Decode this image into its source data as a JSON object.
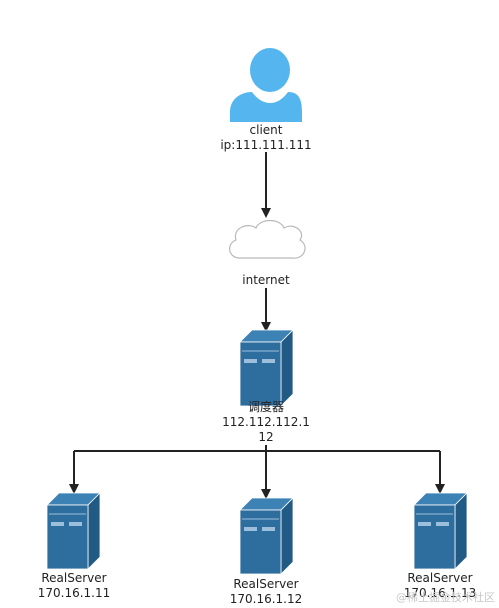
{
  "colors": {
    "person": "#55b6ef",
    "server_front": "#2e6e9e",
    "server_side": "#205a85",
    "server_top": "#3d82b5",
    "line": "#222222"
  },
  "client": {
    "icon": "user-icon",
    "name": "client",
    "ip": "ip:111.111.111"
  },
  "internet": {
    "icon": "cloud-icon",
    "label": "internet"
  },
  "scheduler": {
    "icon": "server-icon",
    "name": "调度器",
    "ip_line1": "112.112.112.1",
    "ip_line2": "12"
  },
  "real_servers": [
    {
      "icon": "server-icon",
      "name": "RealServer",
      "ip": "170.16.1.11"
    },
    {
      "icon": "server-icon",
      "name": "RealServer",
      "ip": "170.16.1.12"
    },
    {
      "icon": "server-icon",
      "name": "RealServer",
      "ip": "170.16.1.13"
    }
  ],
  "watermark": "@稀土掘金技术社区"
}
